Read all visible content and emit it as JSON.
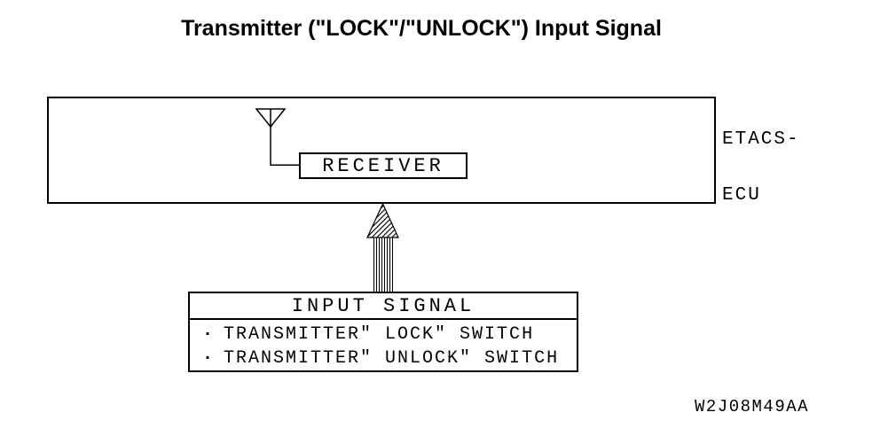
{
  "title": "Transmitter (\"LOCK\"/\"UNLOCK\") Input Signal",
  "diagram": {
    "ecu": {
      "label_line1": "ETACS-",
      "label_line2": "ECU"
    },
    "receiver": {
      "label": "RECEIVER"
    },
    "antenna": {
      "icon": "antenna-symbol"
    },
    "arrow": {
      "icon": "up-arrow-hatched",
      "direction": "up"
    },
    "input_signal": {
      "header": "INPUT SIGNAL",
      "bullet": "·",
      "items": [
        "TRANSMITTER\" LOCK\" SWITCH",
        "TRANSMITTER\" UNLOCK\" SWITCH"
      ]
    },
    "figure_code": "W2J08M49AA"
  },
  "colors": {
    "line": "#000000",
    "background": "#ffffff"
  }
}
